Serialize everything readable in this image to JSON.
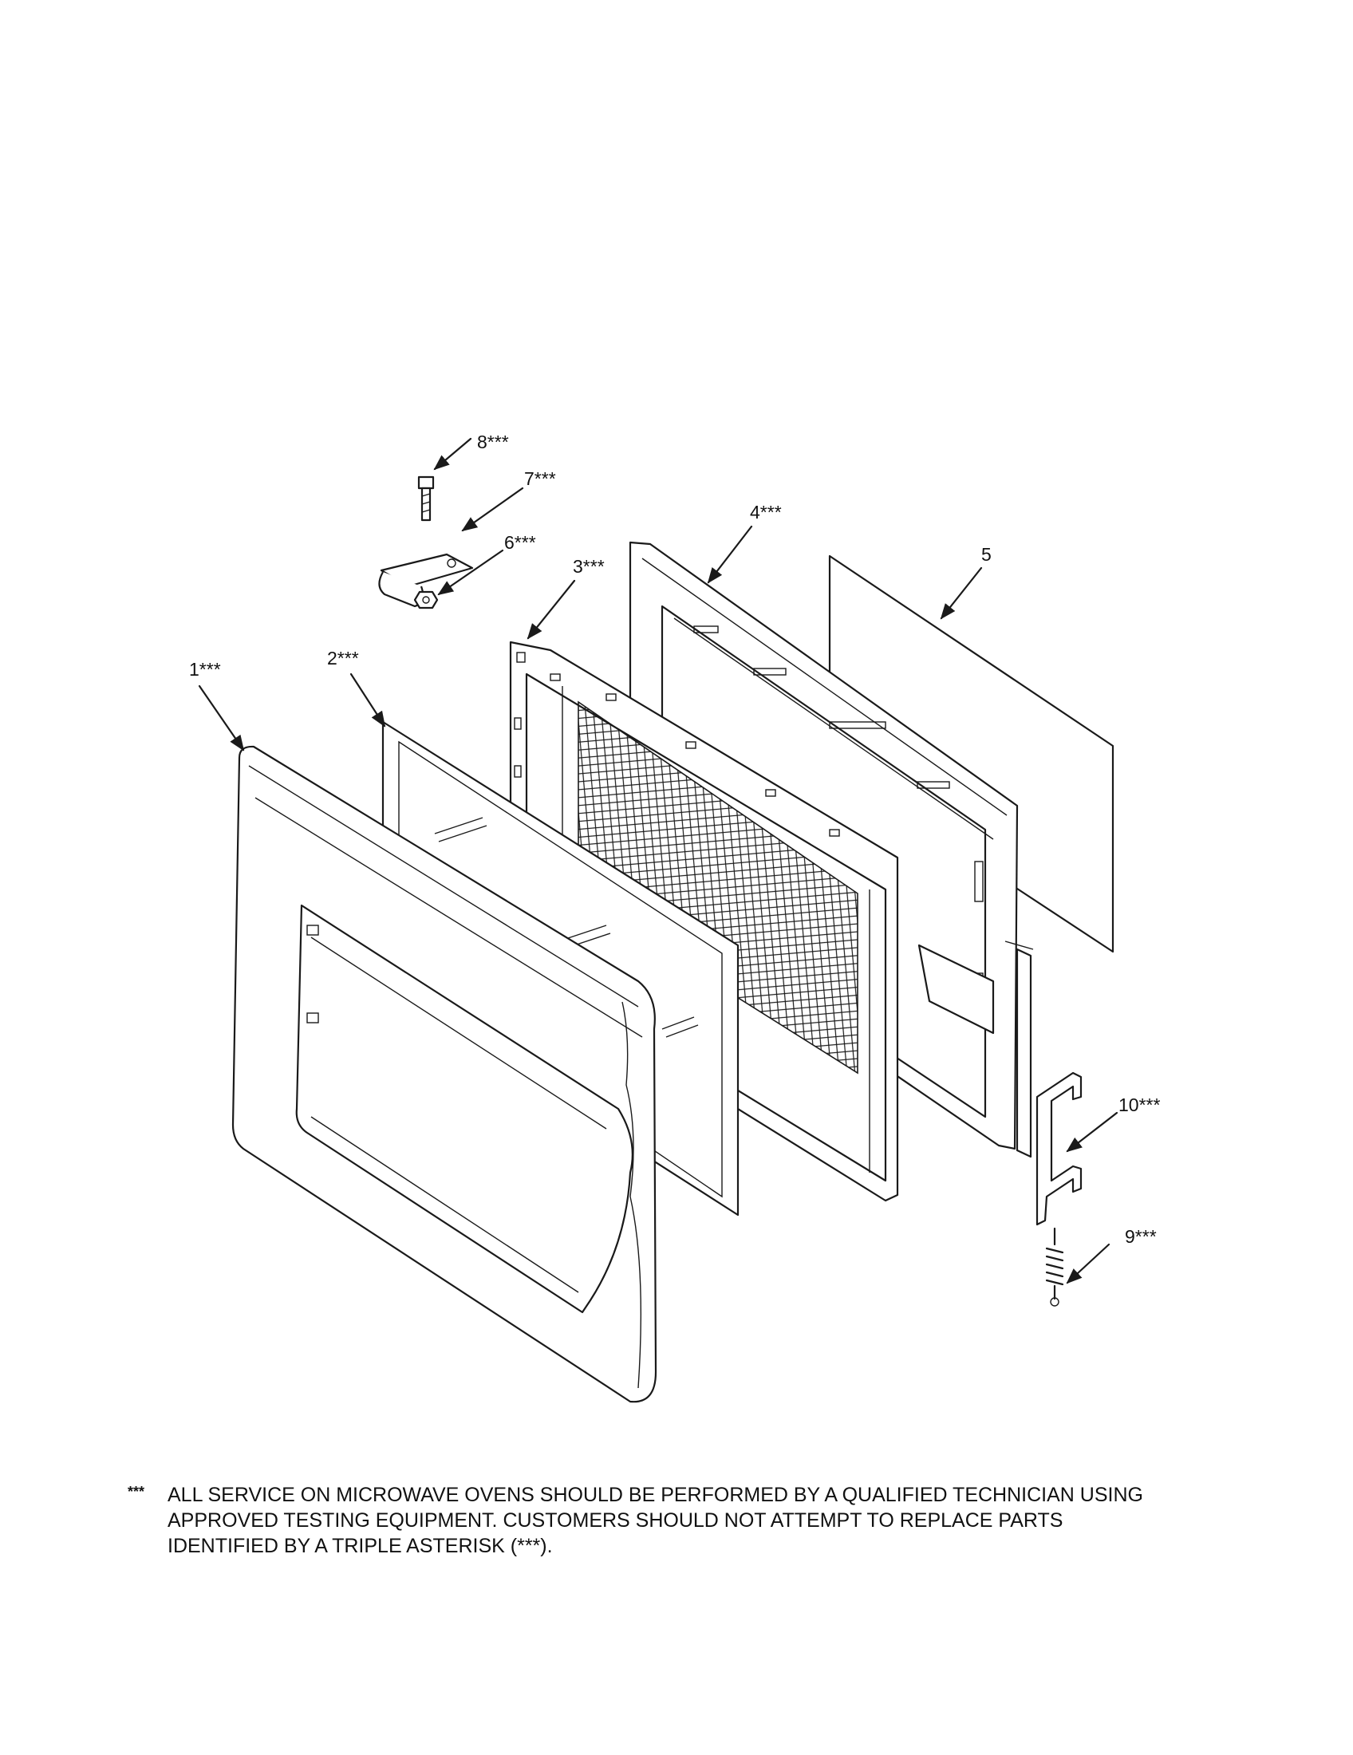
{
  "callouts": [
    {
      "id": "1",
      "label": "1***"
    },
    {
      "id": "2",
      "label": "2***"
    },
    {
      "id": "3",
      "label": "3***"
    },
    {
      "id": "4",
      "label": "4***"
    },
    {
      "id": "5",
      "label": "5"
    },
    {
      "id": "6",
      "label": "6***"
    },
    {
      "id": "7",
      "label": "7***"
    },
    {
      "id": "8",
      "label": "8***"
    },
    {
      "id": "9",
      "label": "9***"
    },
    {
      "id": "10",
      "label": "10***"
    }
  ],
  "footnote": {
    "marker": "***",
    "lines": [
      "ALL SERVICE ON MICROWAVE OVENS SHOULD BE PERFORMED BY A QUALIFIED TECHNICIAN USING",
      "APPROVED TESTING EQUIPMENT.  CUSTOMERS SHOULD NOT ATTEMPT TO REPLACE PARTS",
      "IDENTIFIED BY A TRIPLE ASTERISK (***)."
    ]
  }
}
